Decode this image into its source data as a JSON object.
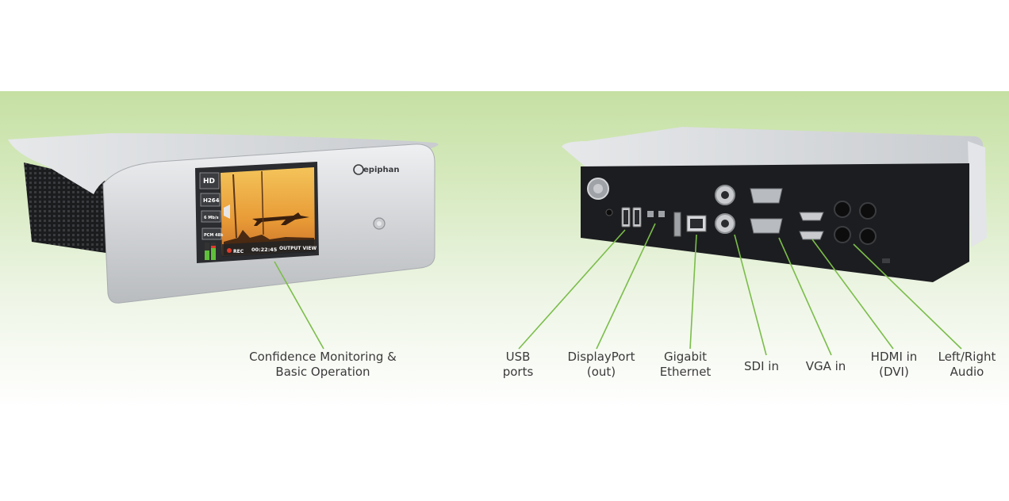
{
  "front_device": {
    "logo": "epiphan",
    "screen": {
      "badges": [
        "HD",
        "H264",
        "6 Mb/s",
        "PCM 48k"
      ],
      "rec_label": "REC",
      "timecode": "00:22:45",
      "view_label": "OUTPUT VIEW"
    }
  },
  "callouts": {
    "front": "Confidence Monitoring &\nBasic Operation",
    "usb": "USB\nports",
    "displayport": "DisplayPort\n(out)",
    "gigabit": "Gigabit\nEthernet",
    "sdi": "SDI in",
    "vga": "VGA in",
    "hdmi": "HDMI in\n(DVI)",
    "audio": "Left/Right\nAudio"
  },
  "colors": {
    "background_gradient_top": "#c5e0a3",
    "callout_line": "#7bbd4a",
    "chassis_silver": "#d6d7d9",
    "chassis_black": "#1e1f22",
    "screen_sky": "#e8a037"
  }
}
